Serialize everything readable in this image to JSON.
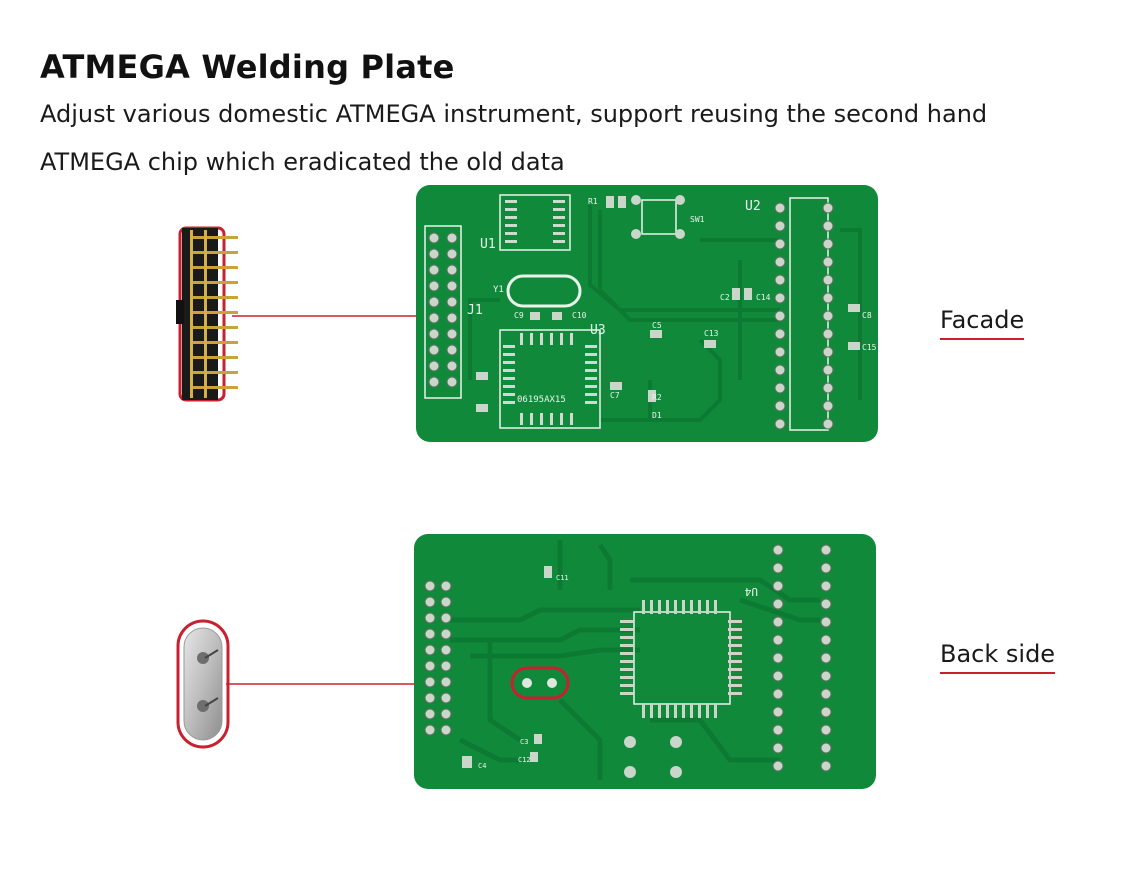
{
  "header": {
    "title": "ATMEGA Welding Plate",
    "description_line1": "Adjust various domestic ATMEGA instrument, support reusing the second hand",
    "description_line2": "ATMEGA chip which eradicated the old data"
  },
  "callouts": {
    "facade": "Facade",
    "back_side": "Back side"
  },
  "silkscreen": {
    "u1": "U1",
    "u2": "U2",
    "u3": "U3",
    "u4": "U4",
    "j1": "J1",
    "y1": "Y1",
    "sw1": "SW1",
    "chip": "06195AX15",
    "c2": "C2",
    "c5": "C5",
    "c7": "C7",
    "c8": "C8",
    "c9": "C9",
    "c10": "C10",
    "c11": "C11",
    "c12": "C12",
    "c13": "C13",
    "c14": "C14",
    "c15": "C15",
    "r1": "R1",
    "r2": "R2",
    "d1": "D1",
    "c3": "C3",
    "c4": "C4"
  },
  "colors": {
    "pcb_green": "#11893b",
    "callout_red": "#c8202f"
  }
}
